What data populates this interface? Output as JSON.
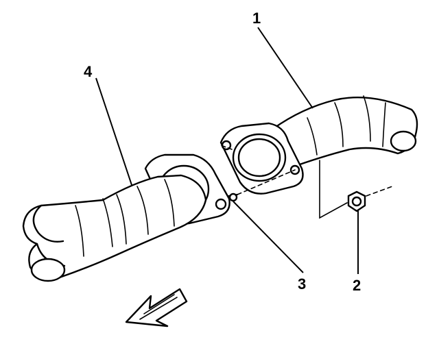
{
  "callouts": {
    "one": "1",
    "two": "2",
    "three": "3",
    "four": "4"
  },
  "colors": {
    "ink": "#000000",
    "paper": "#ffffff"
  }
}
